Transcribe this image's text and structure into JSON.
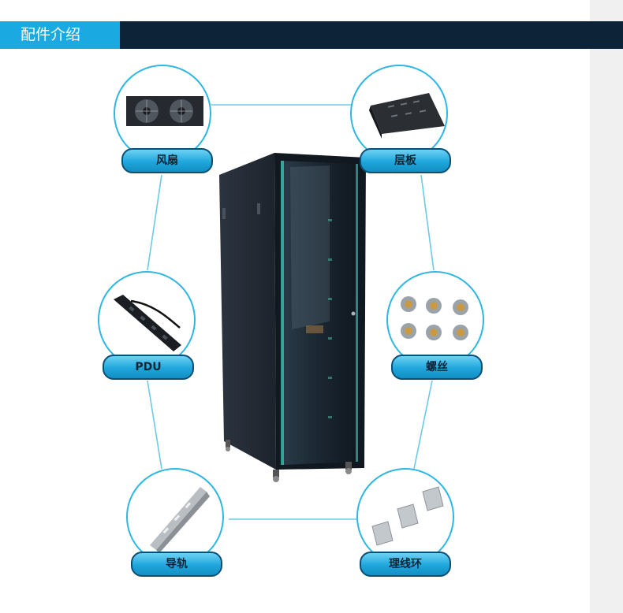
{
  "header": {
    "title": "配件介绍"
  },
  "accessories": [
    {
      "id": "fan",
      "label": "风扇"
    },
    {
      "id": "shelf",
      "label": "层板"
    },
    {
      "id": "pdu",
      "label": "PDU"
    },
    {
      "id": "screws",
      "label": "螺丝"
    },
    {
      "id": "rail",
      "label": "导轨"
    },
    {
      "id": "cable-manager",
      "label": "理线环"
    }
  ],
  "colors": {
    "header_bg": "#0c2338",
    "tab_bg": "#1aa9e0",
    "ring": "#2fb7e3",
    "label_bg": "#1fa6dc"
  }
}
